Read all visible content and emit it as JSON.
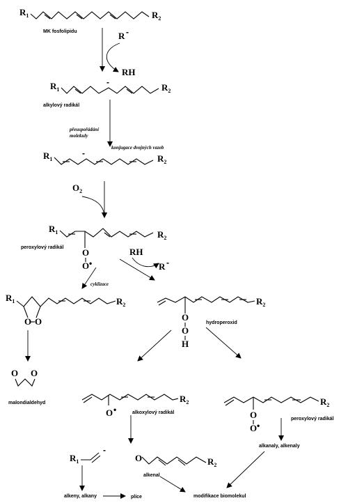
{
  "groups": {
    "r1": "R",
    "r1_sub": "1",
    "r2": "R",
    "r2_sub": "2",
    "r_minus": "R",
    "rh": "RH",
    "o2": "O",
    "o2_sub": "2",
    "o": "O",
    "h": "H",
    "minus": "-",
    "dot": "•"
  },
  "labels": {
    "mk_fosfolipidu": "MK fosfolipidu",
    "alkylovy_radikal": "alkylový radikál",
    "preusporadani": "přeuspořádání",
    "molekuly": "molekuly",
    "konjugace": "konjugace dvojných vazeb",
    "peroxylovy_radikal_1": "peroxylový radikál",
    "cyklizace": "cyklizace",
    "hydroperoxid": "hydroperoxid",
    "malondialdehyd": "malondialdehyd",
    "alkoxylovy_radikal": "alkoxylový radikál",
    "peroxylovy_radikal_2": "peroxylový radikál",
    "alkanaly_alkenaly": "alkanaly, alkenaly",
    "alkenal": "alkenal",
    "alkeny_alkany": "alkeny, alkany",
    "plice": "plíce",
    "modifikace_biomolekul": "modifikace biomolekul"
  }
}
